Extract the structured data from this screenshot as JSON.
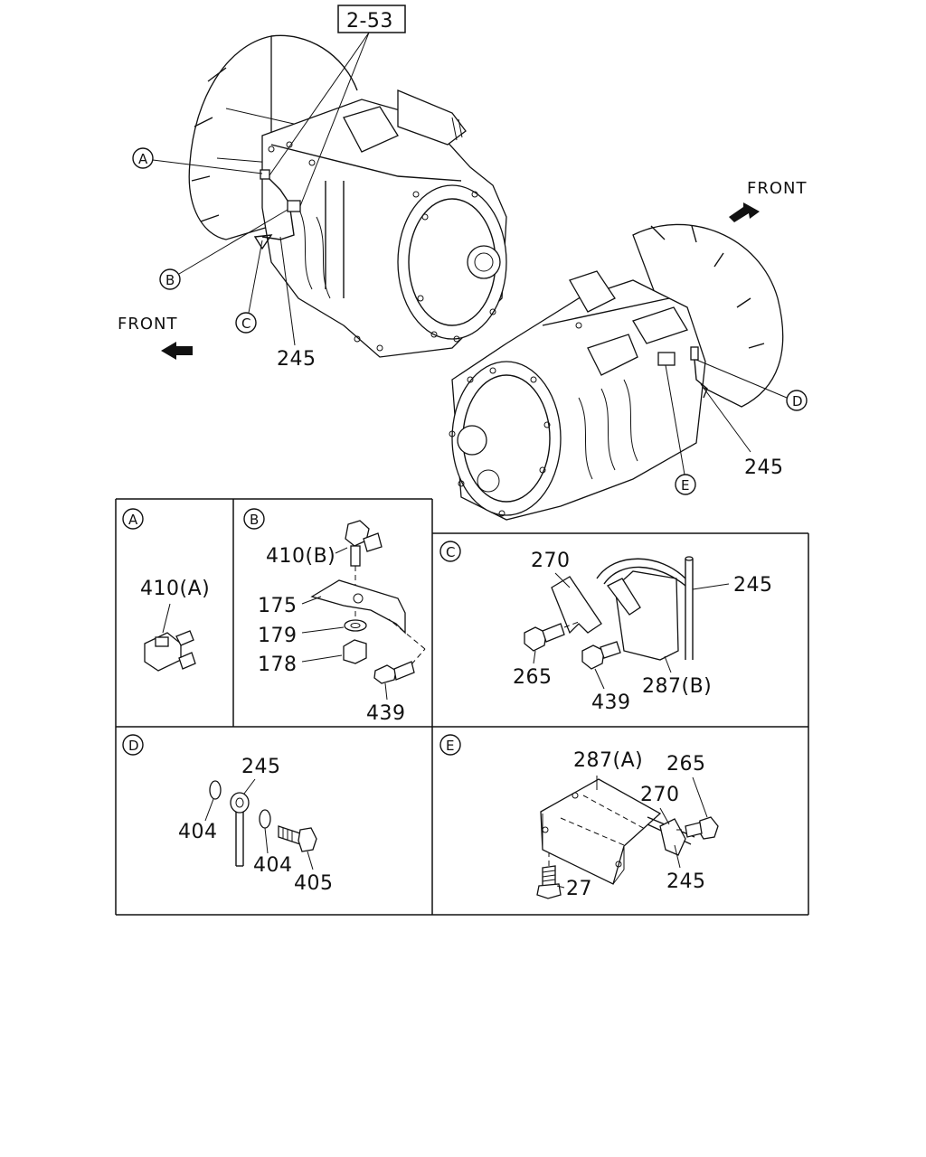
{
  "ref_box": {
    "label": "2-53"
  },
  "front_labels": {
    "upper_left": "FRONT",
    "upper_right": "FRONT"
  },
  "callouts": {
    "a": "A",
    "b": "B",
    "c": "C",
    "d": "D",
    "e": "E"
  },
  "main_view": {
    "pipe_left": "245",
    "pipe_right": "245"
  },
  "detail_a": {
    "title": "A",
    "parts": {
      "connector": "410(A)"
    }
  },
  "detail_b": {
    "title": "B",
    "parts": {
      "connector": "410(B)",
      "bracket": "175",
      "washer": "179",
      "nut": "178",
      "bolt": "439"
    }
  },
  "detail_c": {
    "title": "C",
    "parts": {
      "clip": "270",
      "pipe": "245",
      "bolt_left": "265",
      "bolt_right": "439",
      "bracket": "287(B)"
    }
  },
  "detail_d": {
    "title": "D",
    "parts": {
      "pipe": "245",
      "gasket_left": "404",
      "gasket_right": "404",
      "eye_bolt": "405"
    }
  },
  "detail_e": {
    "title": "E",
    "parts": {
      "bracket": "287(A)",
      "bolt_top": "265",
      "clip": "270",
      "pipe": "245",
      "bolt_bottom": "27"
    }
  }
}
